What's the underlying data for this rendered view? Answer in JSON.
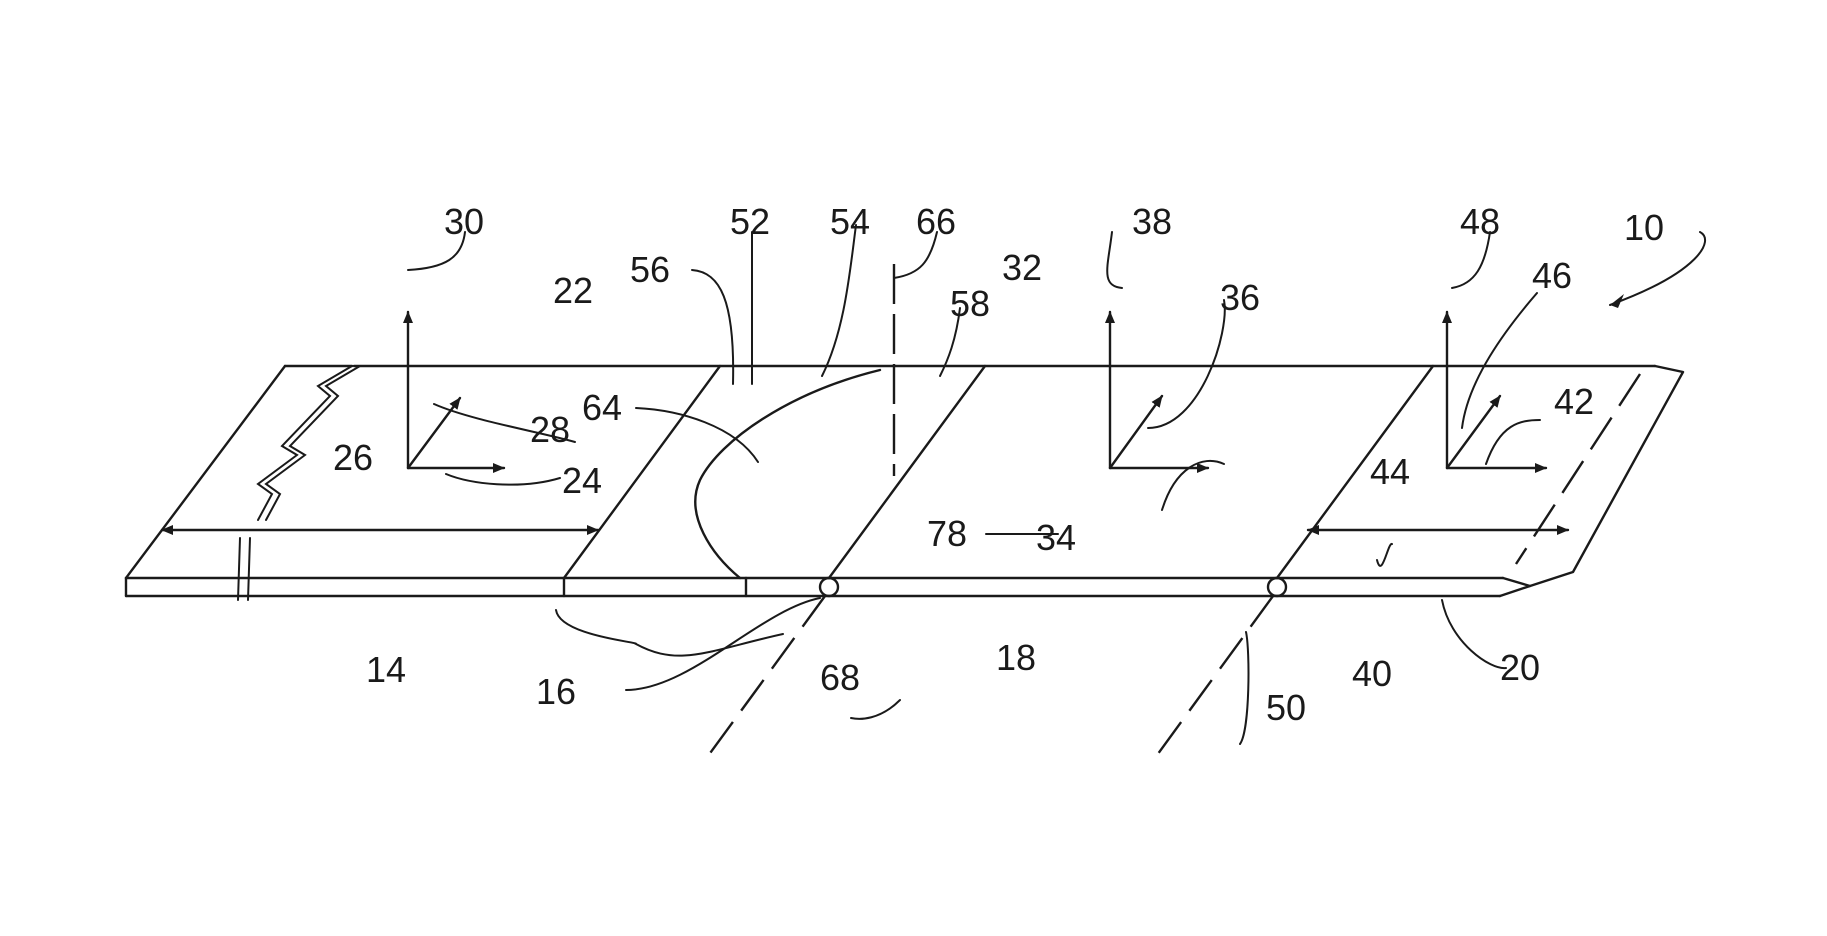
{
  "labels": {
    "l10": "10",
    "l14": "14",
    "l16": "16",
    "l18": "18",
    "l20": "20",
    "l22": "22",
    "l24": "24",
    "l26": "26",
    "l28": "28",
    "l30": "30",
    "l32": "32",
    "l34": "34",
    "l36": "36",
    "l38": "38",
    "l40": "40",
    "l42": "42",
    "l44": "44",
    "l46": "46",
    "l48": "48",
    "l50": "50",
    "l52": "52",
    "l54": "54",
    "l56": "56",
    "l58": "58",
    "l64": "64",
    "l66": "66",
    "l68": "68",
    "l78": "78"
  }
}
